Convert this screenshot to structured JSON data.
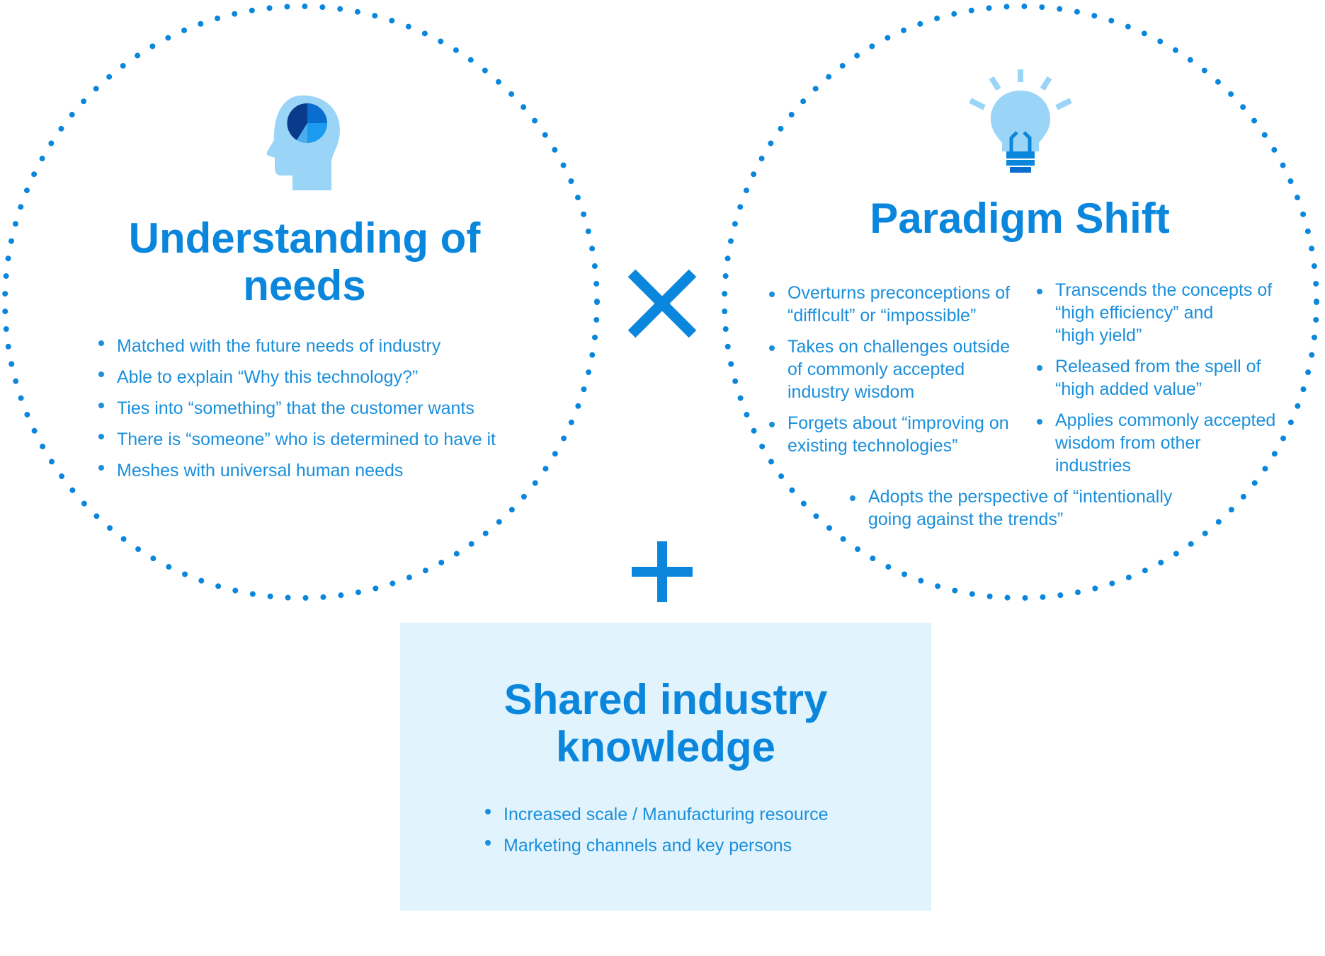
{
  "colors": {
    "primary": "#0a87dc",
    "text": "#1a8fdc",
    "light": "#9ad5f7",
    "dark": "#0a3a8a",
    "box_bg": "#e1f3fd"
  },
  "needs": {
    "icon": "head-pie-chart-icon",
    "title_line1": "Understanding of",
    "title_line2": "needs",
    "items": [
      "Matched with the future needs of industry",
      "Able to explain “Why this technology?”",
      "Ties into “something” that the customer wants",
      "There is “someone” who is determined to have it",
      "Meshes with universal human needs"
    ]
  },
  "operators": {
    "multiply": "multiply-icon",
    "plus": "plus-icon"
  },
  "paradigm": {
    "icon": "lightbulb-icon",
    "title": "Paradigm Shift",
    "left_items": [
      {
        "line1": "Overturns preconceptions of",
        "line2": "“diffIcult” or “impossible”",
        "line3": ""
      },
      {
        "line1": "Takes on challenges outside",
        "line2": "of commonly accepted",
        "line3": "industry wisdom"
      },
      {
        "line1": "Forgets about  “improving on",
        "line2": "existing technologies”",
        "line3": ""
      }
    ],
    "right_items": [
      {
        "line1": "Transcends the concepts of",
        "line2": "“high efficiency” and",
        "line3": "“high yield”"
      },
      {
        "line1": "Released from the spell of",
        "line2": "“high added value”",
        "line3": ""
      },
      {
        "line1": "Applies commonly accepted",
        "line2": "wisdom from other",
        "line3": "industries"
      }
    ],
    "bottom_item": {
      "line1": "Adopts the perspective of “intentionally",
      "line2": "going against the trends”"
    }
  },
  "knowledge": {
    "title_line1": "Shared industry",
    "title_line2": "knowledge",
    "items": [
      "Increased scale / Manufacturing resource",
      "Marketing channels and key persons"
    ]
  }
}
